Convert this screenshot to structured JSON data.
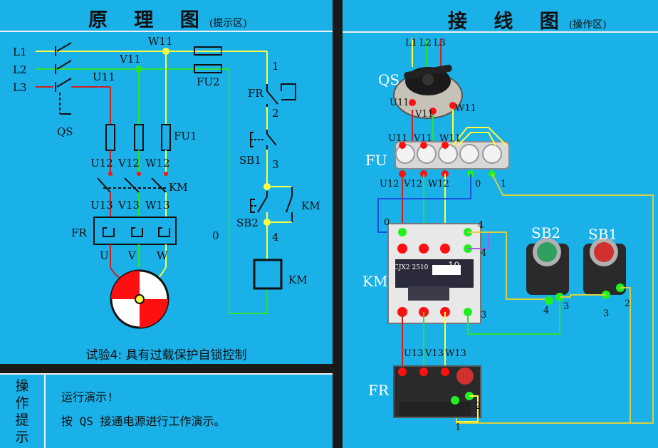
{
  "left_title": "原 理 图",
  "left_subtitle": "(提示区)",
  "right_title": "接 线 图",
  "right_subtitle": "(操作区)",
  "caption": "试验4: 具有过载保护自锁控制",
  "tips": {
    "label_chars": [
      "操",
      "作",
      "提",
      "示"
    ],
    "line1": "运行演示!",
    "line2": "按 QS 接通电源进行工作演示。"
  },
  "schematic_labels": {
    "L1": "L1",
    "L2": "L2",
    "L3": "L3",
    "W11": "W11",
    "V11": "V11",
    "U11": "U11",
    "QS": "QS",
    "FU1": "FU1",
    "FU2": "FU2",
    "U12": "U12",
    "V12": "V12",
    "W12": "W12",
    "KM": "KM",
    "U13": "U13",
    "V13": "V13",
    "W13": "W13",
    "FR": "FR",
    "U": "U",
    "V": "V",
    "W": "W",
    "n0": "0",
    "n1": "1",
    "n2": "2",
    "n3": "3",
    "n4": "4",
    "SB1": "SB1",
    "SB2": "SB2",
    "KM_coil": "KM"
  },
  "wiring_labels": {
    "L1": "L1",
    "L2": "L2",
    "L3": "L3",
    "QS": "QS",
    "U11": "U11",
    "V11": "V11",
    "W11": "W11",
    "FU": "FU",
    "U12": "U12",
    "V12": "V12",
    "W12": "W12",
    "n0": "0",
    "n1": "1",
    "KM": "KM",
    "U13": "U13",
    "V13": "V13",
    "W13": "W13",
    "FR": "FR",
    "SB2": "SB2",
    "SB1": "SB1",
    "km_model": "CJX2\n2510",
    "km_num": "10",
    "t4": "4",
    "t3": "3",
    "t2": "2",
    "t1": "1",
    "t0": "0"
  },
  "colors": {
    "panel": "#1ab0e8",
    "L1": "#ffff40",
    "L2": "#30e030",
    "L3": "#d02020",
    "dot_red": "#ff1010",
    "dot_green": "#20f020"
  }
}
